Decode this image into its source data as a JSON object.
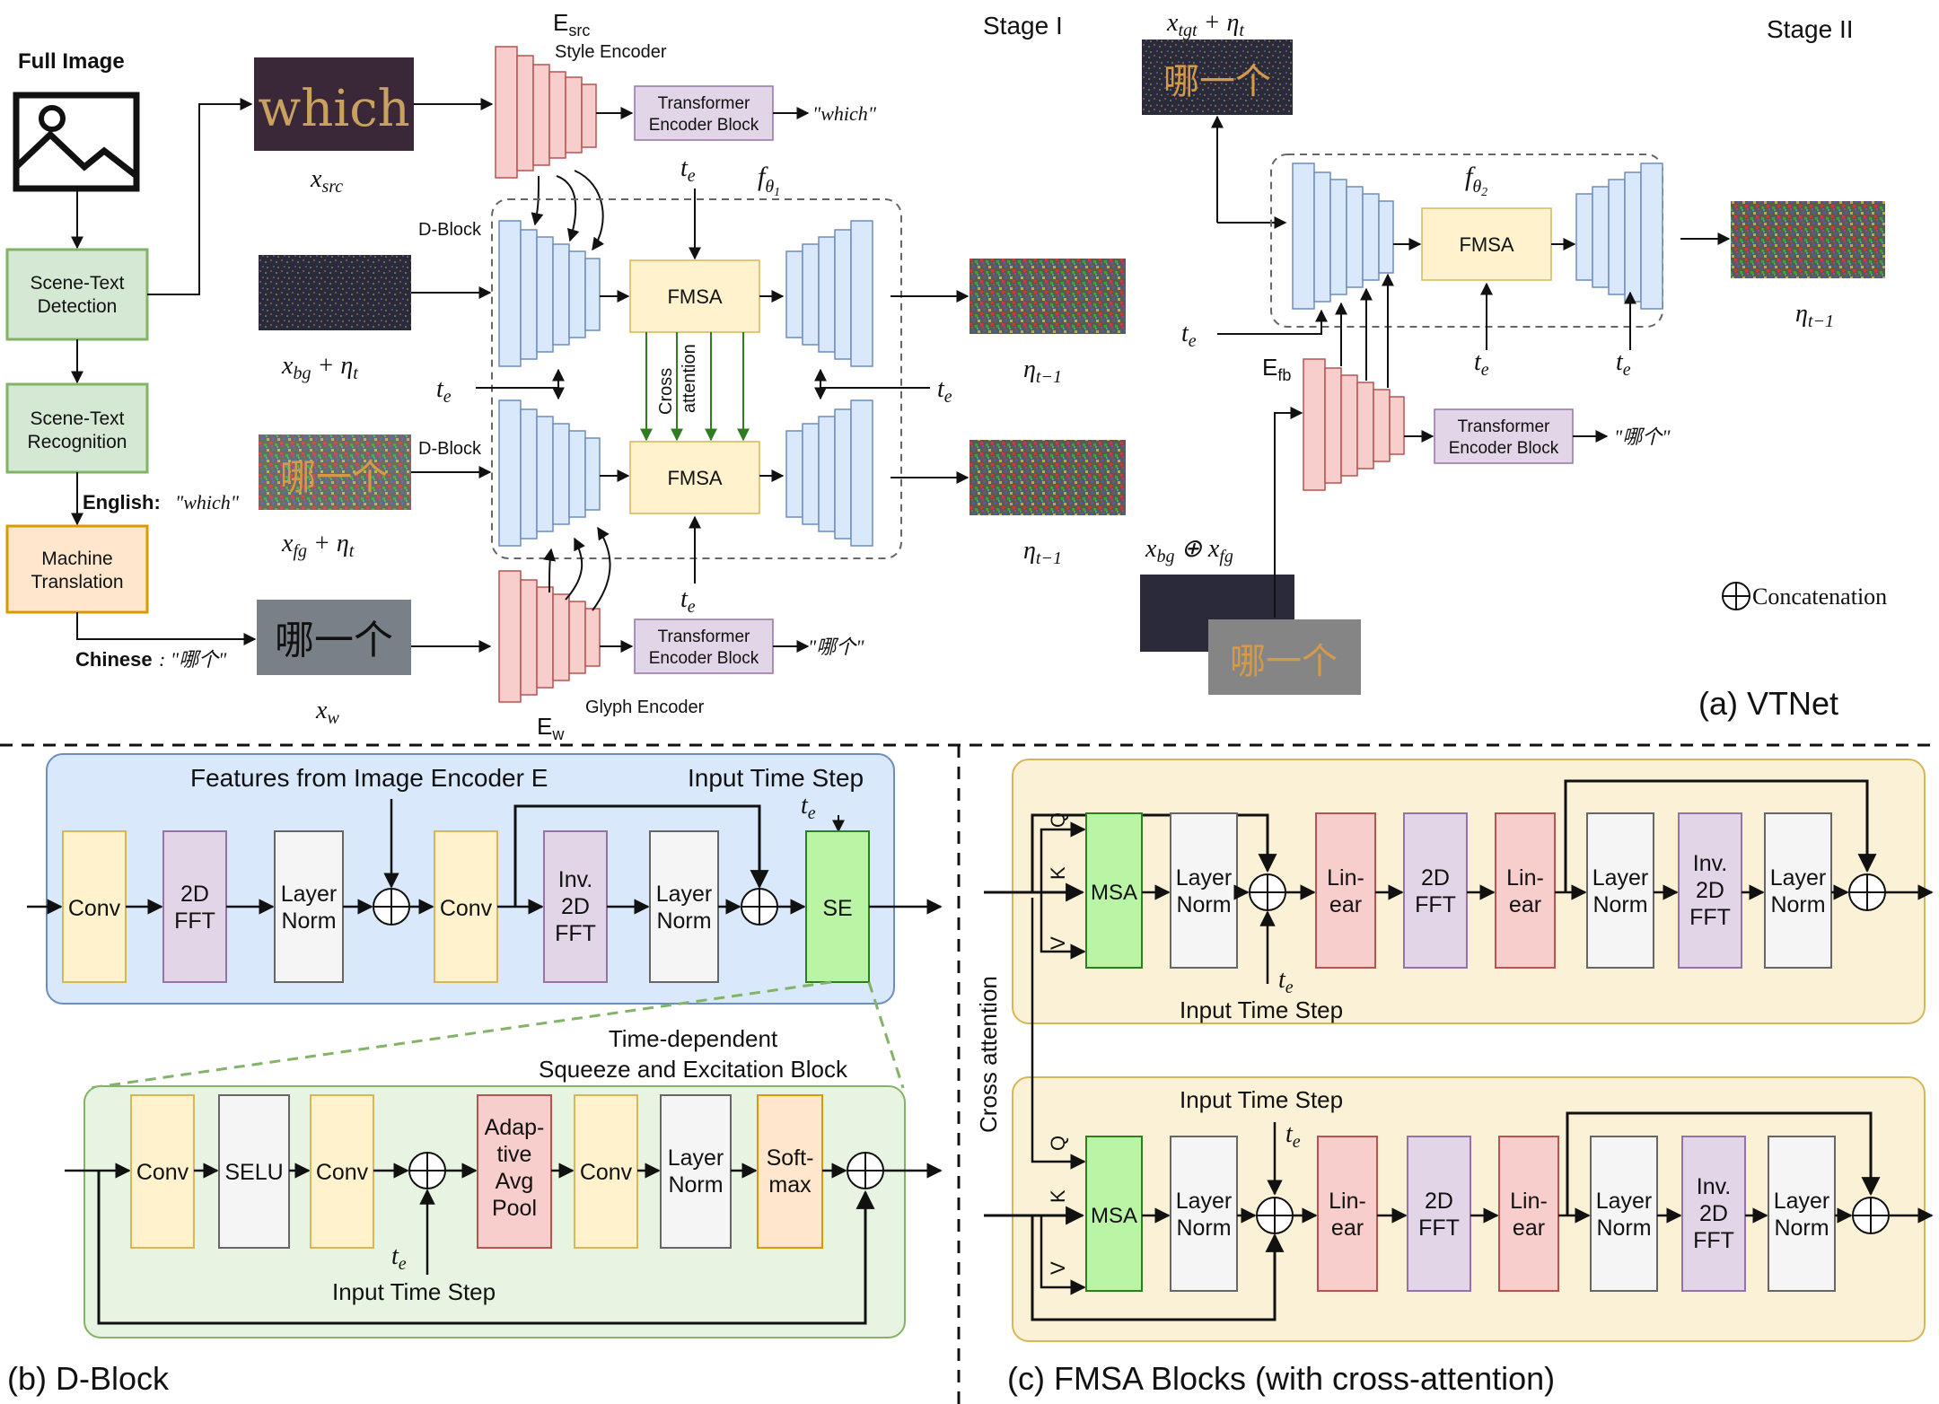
{
  "stage1": {
    "label": "Stage I",
    "full_image": "Full Image",
    "detection": "Scene-Text Detection",
    "recognition": "Scene-Text Recognition",
    "translation": "Machine Translation",
    "english_prefix": "English:",
    "english_value": "\"which\"",
    "chinese_prefix": "Chinese",
    "chinese_value": ": \"哪个\"",
    "src_word": "which",
    "glyph_word": "哪一个",
    "x_src": "x_src",
    "x_bg": "x_bg + η_t",
    "x_fg": "x_fg + η_t",
    "x_w": "x_w",
    "e_src": "E_src",
    "style_encoder": "Style Encoder",
    "e_w": "E_w",
    "glyph_encoder": "Glyph Encoder",
    "transformer": "Transformer Encoder Block",
    "out_which": "\"which\"",
    "out_chinese": "\"哪个\"",
    "dblock_top": "D-Block",
    "dblock_bottom": "D-Block",
    "fmsa": "FMSA",
    "cross_attention": "Cross attention",
    "f_theta1": "f_θ1",
    "t_e": "t_e",
    "eta_out": "η_t−1"
  },
  "stage2": {
    "label": "Stage II",
    "x_tgt": "x_tgt + η_t",
    "f_theta2": "f_θ2",
    "fmsa": "FMSA",
    "e_fb": "E_fb",
    "transformer": "Transformer Encoder Block",
    "out_chinese": "\"哪个\"",
    "x_bg_fg": "x_bg ⊕ x_fg",
    "eta_out": "η_t−1",
    "t_e": "t_e"
  },
  "legend": {
    "concat": "Concatenation",
    "panel_a": "(a)  VTNet"
  },
  "dblock": {
    "panel_b": "(b) D-Block",
    "features": "Features from Image Encoder E",
    "input_time_step": "Input Time Step",
    "t_e": "t_e",
    "conv": "Conv",
    "fft": "2D FFT",
    "layer_norm": "Layer Norm",
    "inv_fft": "Inv. 2D FFT",
    "se": "SE",
    "se_title_1": "Time-dependent",
    "se_title_2": "Squeeze and Excitation Block",
    "selu": "SELU",
    "adaptive_pool": "Adap- tive Avg Pool",
    "softmax": "Soft- max"
  },
  "fmsa_blocks": {
    "panel_c": "(c) FMSA Blocks  (with cross-attention)",
    "cross_attention": "Cross attention",
    "msa": "MSA",
    "layer_norm": "Layer Norm",
    "linear": "Lin- ear",
    "fft": "2D FFT",
    "inv_fft": "Inv. 2D FFT",
    "input_time_step": "Input Time Step",
    "t_e": "t_e",
    "q": "Q",
    "k": "K",
    "v": "V"
  },
  "colors": {
    "green_box": "#d5e8d4",
    "green_border": "#82b366",
    "orange_box": "#ffe6cc",
    "orange_border": "#d79b00",
    "blue_block": "#dae8fc",
    "blue_border": "#6c8ebf",
    "red_block": "#f8cecc",
    "red_border": "#b85450",
    "purple_box": "#e1d5e7",
    "purple_border": "#9673a6",
    "yellow_box": "#fff2cc",
    "yellow_border": "#d6b656",
    "panel_blue": "#dae8fc",
    "panel_green": "#e8f4e2",
    "panel_tan": "#fbf1d6"
  }
}
